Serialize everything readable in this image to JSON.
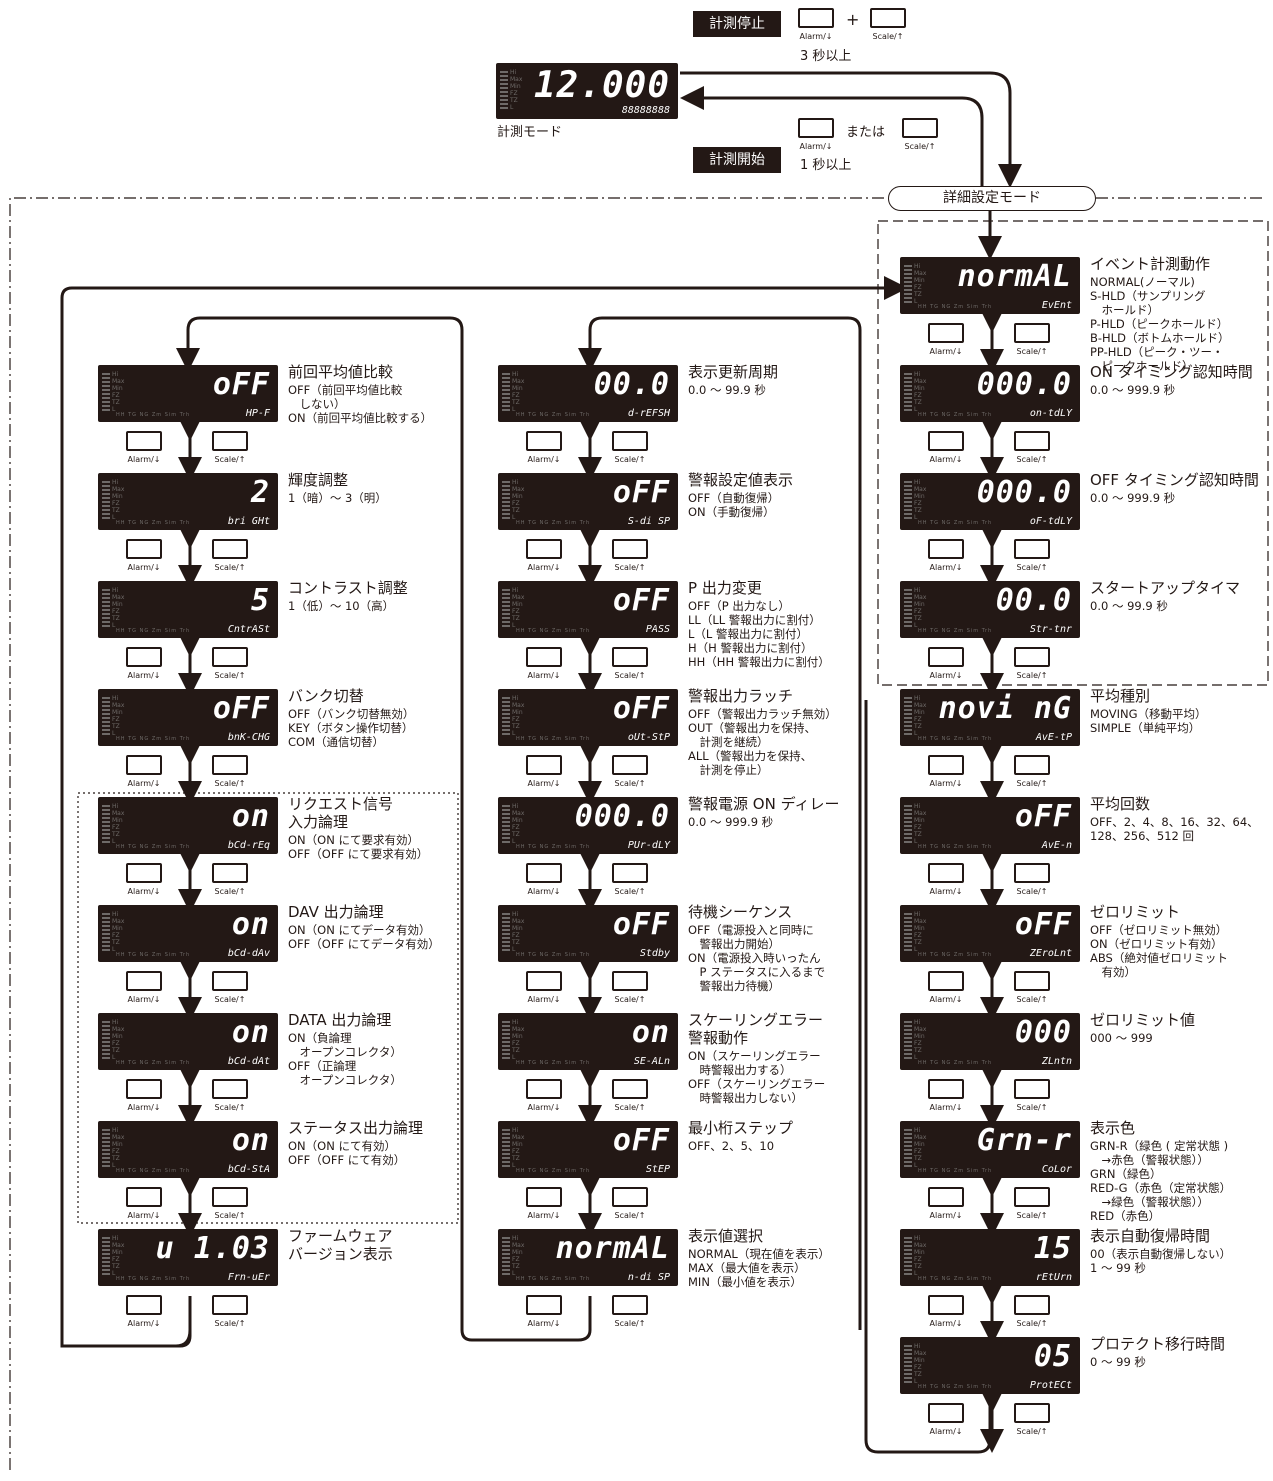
{
  "header": {
    "stop_label": "計測停止",
    "stop_plus": "+",
    "stop_hold": "3 秒以上",
    "start_label": "計測開始",
    "start_or": "または",
    "start_hold": "1 秒以上",
    "measure_mode_label": "計測モード",
    "detail_mode_label": "詳細設定モード",
    "measure_display": "12.000",
    "measure_sub": "88888888"
  },
  "keys": {
    "alarm": "Alarm/↓",
    "scale": "Scale/↑"
  },
  "lcd_tags": "Hi\nMax\nMin\nFZ\nTZ\nL",
  "lcd_bottom": "HH TG NG Zm Sim Trh",
  "columns": [
    {
      "id": "left",
      "items": [
        {
          "main": "oFF",
          "sub": "HP-F",
          "title": "前回平均値比較",
          "desc": "OFF（前回平均値比較\n　しない）\nON（前回平均値比較する）"
        },
        {
          "main": "2",
          "sub": "bri GHt",
          "title": "輝度調整",
          "desc": "1（暗）～ 3（明）"
        },
        {
          "main": "5",
          "sub": "CntrASt",
          "title": "コントラスト調整",
          "desc": "1（低）～ 10（高）"
        },
        {
          "main": "oFF",
          "sub": "bnK-CHG",
          "title": "バンク切替",
          "desc": "OFF（バンク切替無効）\nKEY（ボタン操作切替）\nCOM（通信切替）"
        },
        {
          "main": "on",
          "sub": "bCd-rEq",
          "title": "リクエスト信号\n入力論理",
          "desc": "ON（ON にて要求有効）\nOFF（OFF にて要求有効）"
        },
        {
          "main": "on",
          "sub": "bCd-dAv",
          "title": "DAV 出力論理",
          "desc": "ON（ON にてデータ有効）\nOFF（OFF にてデータ有効）"
        },
        {
          "main": "on",
          "sub": "bCd-dAt",
          "title": "DATA 出力論理",
          "desc": "ON（負論理\n　オープンコレクタ）\nOFF（正論理\n　オープンコレクタ）"
        },
        {
          "main": "on",
          "sub": "bCd-StA",
          "title": "ステータス出力論理",
          "desc": "ON（ON にて有効）\nOFF（OFF にて有効）"
        },
        {
          "main": "u 1.03",
          "sub": "Frn-uEr",
          "title": "ファームウェア\nバージョン表示",
          "desc": ""
        }
      ]
    },
    {
      "id": "middle",
      "items": [
        {
          "main": "00.0",
          "sub": "d-rEFSH",
          "title": "表示更新周期",
          "desc": "0.0 ～ 99.9 秒"
        },
        {
          "main": "oFF",
          "sub": "S-di SP",
          "title": "警報設定値表示",
          "desc": "OFF（自動復帰）\nON（手動復帰）"
        },
        {
          "main": "oFF",
          "sub": "PASS",
          "title": "P 出力変更",
          "desc": "OFF（P 出力なし）\nLL（LL 警報出力に割付）\nL（L 警報出力に割付）\nH（H 警報出力に割付）\nHH（HH 警報出力に割付）"
        },
        {
          "main": "oFF",
          "sub": "oUt-StP",
          "title": "警報出力ラッチ",
          "desc": "OFF（警報出力ラッチ無効）\nOUT（警報出力を保持、\n　計測を継続）\nALL（警報出力を保持、\n　計測を停止）"
        },
        {
          "main": "000.0",
          "sub": "PUr-dLY",
          "title": "警報電源 ON ディレー",
          "desc": "0.0 ～ 999.9 秒"
        },
        {
          "main": "oFF",
          "sub": "Stdby",
          "title": "待機シーケンス",
          "desc": "OFF（電源投入と同時に\n　警報出力開始）\nON（電源投入時いったん\n　P ステータスに入るまで\n　警報出力待機）"
        },
        {
          "main": "on",
          "sub": "SE-ALn",
          "title": "スケーリングエラー\n警報動作",
          "desc": "ON（スケーリングエラー\n　時警報出力する）\nOFF（スケーリングエラー\n　時警報出力しない）"
        },
        {
          "main": "oFF",
          "sub": "StEP",
          "title": "最小桁ステップ",
          "desc": "OFF、2、5、10"
        },
        {
          "main": "normAL",
          "sub": "n-di SP",
          "title": "表示値選択",
          "desc": "NORMAL（現在値を表示）\nMAX（最大値を表示）\nMIN（最小値を表示）"
        }
      ]
    },
    {
      "id": "right",
      "items": [
        {
          "main": "normAL",
          "sub": "EvEnt",
          "title": "イベント計測動作",
          "desc": "NORMAL(ノーマル)\nS-HLD（サンプリング\n　ホールド）\nP-HLD（ピークホールド）\nB-HLD（ボトムホールド）\nPP-HLD（ピーク・ツー・\n　ピークホールド）"
        },
        {
          "main": "000.0",
          "sub": "on-tdLY",
          "title": "ON タイミング認知時間",
          "desc": "0.0 ～ 999.9 秒"
        },
        {
          "main": "000.0",
          "sub": "oF-tdLY",
          "title": "OFF タイミング認知時間",
          "desc": "0.0 ～ 999.9 秒"
        },
        {
          "main": "00.0",
          "sub": "Str-tnr",
          "title": "スタートアップタイマ",
          "desc": "0.0 ～ 99.9 秒"
        },
        {
          "main": "novi nG",
          "sub": "AvE-tP",
          "title": "平均種別",
          "desc": "MOVING（移動平均）\nSIMPLE（単純平均）"
        },
        {
          "main": "oFF",
          "sub": "AvE-n",
          "title": "平均回数",
          "desc": "OFF、2、4、8、16、32、64、\n128、256、512 回"
        },
        {
          "main": "oFF",
          "sub": "ZEroLnt",
          "title": "ゼロリミット",
          "desc": "OFF（ゼロリミット無効）\nON（ゼロリミット有効）\nABS（絶対値ゼロリミット\n　有効）"
        },
        {
          "main": "000",
          "sub": "ZLntn",
          "title": "ゼロリミット値",
          "desc": "000 ～ 999"
        },
        {
          "main": "Grn-r",
          "sub": "CoLor",
          "title": "表示色",
          "desc": "GRN-R（緑色 ( 定常状態 )\n　→赤色（警報状態））\nGRN（緑色）\nRED-G（赤色（定常状態）\n　→緑色（警報状態））\nRED（赤色）"
        },
        {
          "main": "15",
          "sub": "rEtUrn",
          "title": "表示自動復帰時間",
          "desc": "00（表示自動復帰しない）\n1 ～ 99 秒"
        },
        {
          "main": "05",
          "sub": "ProtECt",
          "title": "プロテクト移行時間",
          "desc": "0 ～ 99 秒"
        }
      ]
    }
  ]
}
